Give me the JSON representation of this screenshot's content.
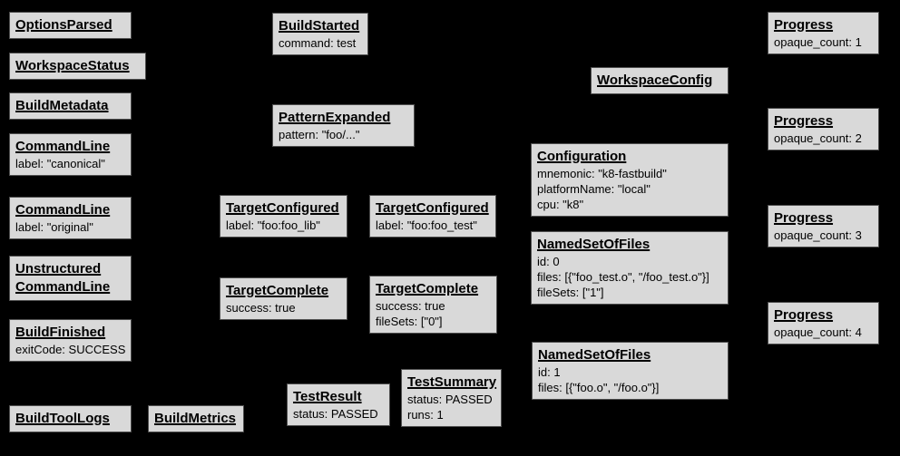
{
  "diagram": {
    "background_color": "#000000",
    "node_fill_color": "#d9d9d9",
    "node_border_color": "#4f4f4f",
    "text_color": "#000000"
  },
  "nodes": [
    {
      "title": "OptionsParsed",
      "lines": []
    },
    {
      "title": "WorkspaceStatus",
      "lines": []
    },
    {
      "title": "BuildMetadata",
      "lines": []
    },
    {
      "title": "CommandLine",
      "lines": [
        "label: \"canonical\""
      ]
    },
    {
      "title": "CommandLine",
      "lines": [
        "label: \"original\""
      ]
    },
    {
      "title": "Unstructured\nCommandLine",
      "lines": []
    },
    {
      "title": "BuildFinished",
      "lines": [
        "exitCode: SUCCESS"
      ]
    },
    {
      "title": "BuildToolLogs",
      "lines": []
    },
    {
      "title": "BuildMetrics",
      "lines": []
    },
    {
      "title": "BuildStarted",
      "lines": [
        "command: test"
      ]
    },
    {
      "title": "PatternExpanded",
      "lines": [
        "pattern: \"foo/...\""
      ]
    },
    {
      "title": "TargetConfigured",
      "lines": [
        "label: \"foo:foo_lib\""
      ]
    },
    {
      "title": "TargetConfigured",
      "lines": [
        "label: \"foo:foo_test\""
      ]
    },
    {
      "title": "TargetComplete",
      "lines": [
        "success: true"
      ]
    },
    {
      "title": "TargetComplete",
      "lines": [
        "success: true",
        "fileSets: [\"0\"]"
      ]
    },
    {
      "title": "TestResult",
      "lines": [
        "status: PASSED"
      ]
    },
    {
      "title": "TestSummary",
      "lines": [
        "status: PASSED",
        "runs: 1"
      ]
    },
    {
      "title": "WorkspaceConfig",
      "lines": []
    },
    {
      "title": "Configuration",
      "lines": [
        "mnemonic: \"k8-fastbuild\"",
        "platformName: \"local\"",
        "cpu: \"k8\""
      ]
    },
    {
      "title": "NamedSetOfFiles",
      "lines": [
        "id: 0",
        "files: [{\"foo_test.o\", \"/foo_test.o\"}]",
        "fileSets: [\"1\"]"
      ]
    },
    {
      "title": "NamedSetOfFiles",
      "lines": [
        "id: 1",
        "files: [{\"foo.o\", \"/foo.o\"}]"
      ]
    },
    {
      "title": "Progress",
      "lines": [
        "opaque_count: 1"
      ]
    },
    {
      "title": "Progress",
      "lines": [
        "opaque_count: 2"
      ]
    },
    {
      "title": "Progress",
      "lines": [
        "opaque_count: 3"
      ]
    },
    {
      "title": "Progress",
      "lines": [
        "opaque_count: 4"
      ]
    }
  ]
}
